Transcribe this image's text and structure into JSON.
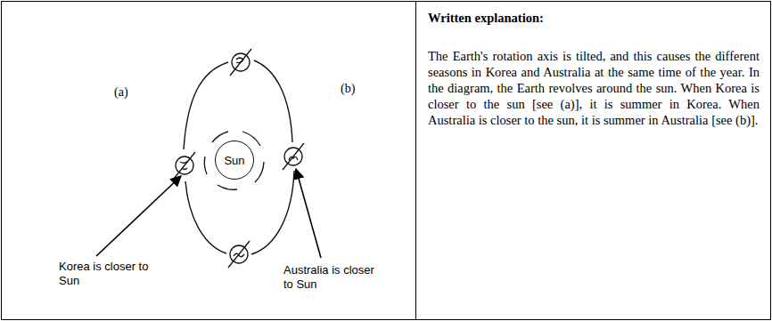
{
  "diagram": {
    "nodes": [
      {
        "text": [
          "Sun"
        ]
      }
    ],
    "labels": [
      "(a)",
      "(b)",
      "Korea is closer to Sun",
      "Australia is closer to Sun",
      "Written explanation:",
      "The Earth's rotation axis is tilted, and this causes the different seasons in Korea and Australia at the same time of the year. In the diagram, the Earth revolves around the sun. When Korea is closer to the sun [see (a)], it is summer in Korea. When Australia is closer to the sun, it is summer in Australia [see (b)]."
    ]
  }
}
